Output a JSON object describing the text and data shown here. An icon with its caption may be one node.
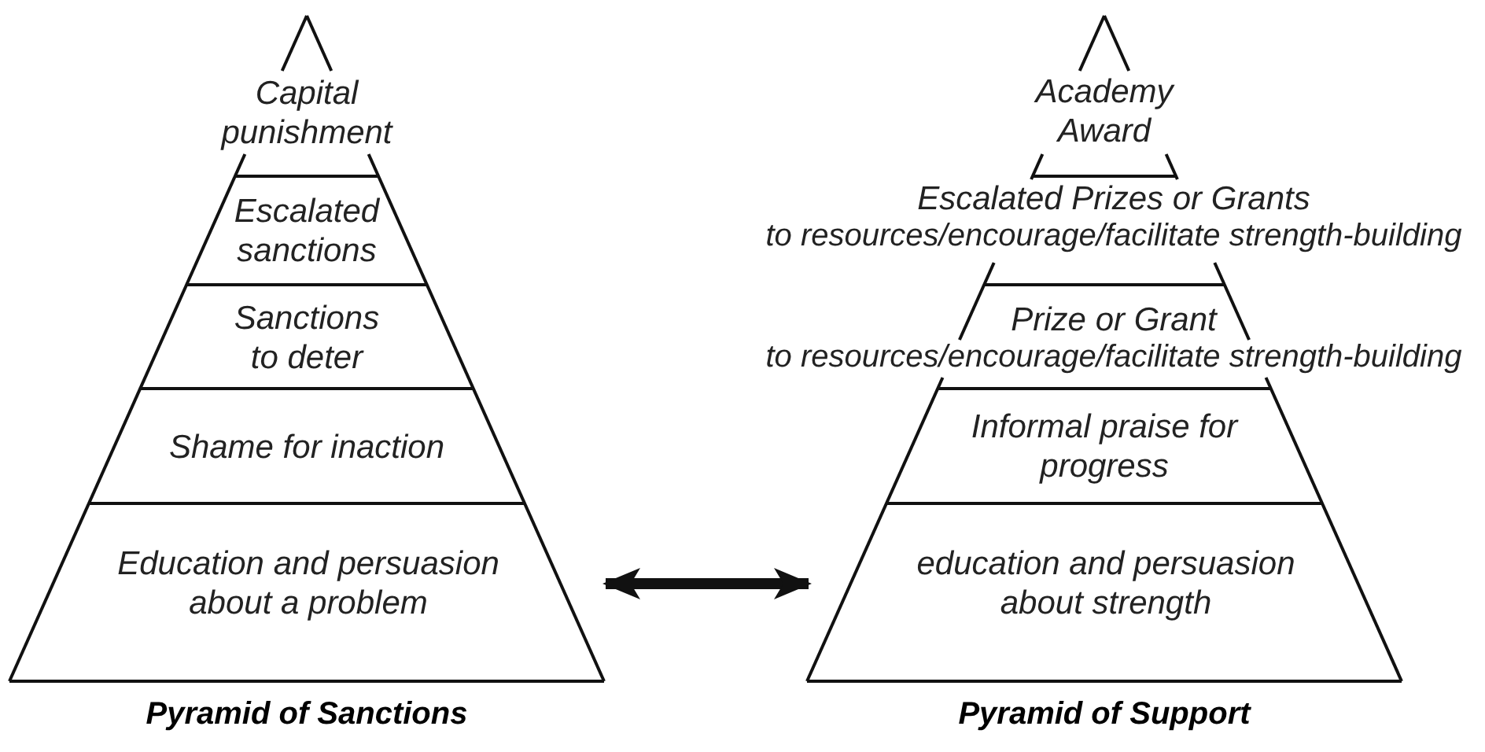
{
  "diagram": {
    "nodes": [
      {
        "text": [
          "Pyramid of Sanctions"
        ]
      },
      {
        "text": [
          "Capital punishment"
        ],
        "in": 0
      },
      {
        "text": [
          "Escalated sanctions"
        ],
        "in": 0
      },
      {
        "text": [
          "Sanctions to deter"
        ],
        "in": 0
      },
      {
        "text": [
          "Shame for inaction"
        ],
        "in": 0
      },
      {
        "text": [
          "Education and persuasion about a problem"
        ],
        "in": 0
      },
      {
        "text": [
          "Pyramid of Support"
        ]
      },
      {
        "text": [
          "Academy Award"
        ],
        "in": 6
      },
      {
        "text": [
          "Escalated Prizes or Grants",
          "to resources/encourage/facilitate strength-building"
        ],
        "in": 6
      },
      {
        "text": [
          "Prize or Grant",
          "to resources/encourage/facilitate strength-building"
        ],
        "in": 6
      },
      {
        "text": [
          "Informal praise for progress"
        ],
        "in": 6
      },
      {
        "text": [
          "education and persuasion about strength"
        ],
        "in": 6
      }
    ],
    "edges": [
      {
        "from": 5,
        "to": 11,
        "arrow": "both"
      }
    ]
  }
}
